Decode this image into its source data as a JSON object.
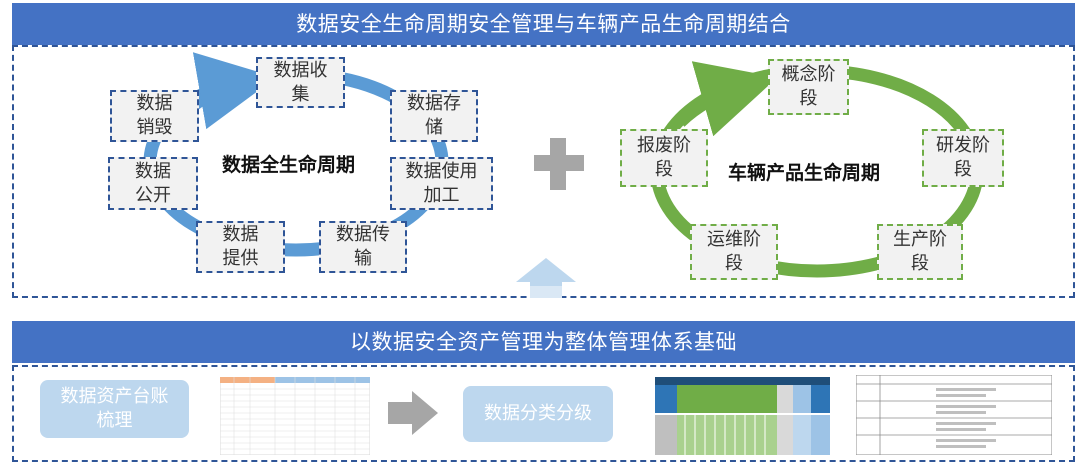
{
  "top_banner": {
    "title": "数据安全生命周期安全管理与车辆产品生命周期结合"
  },
  "data_lifecycle": {
    "title": "数据全生命周期",
    "stages": [
      "数据收\n集",
      "数据存\n储",
      "数据使用\n加工",
      "数据传\n输",
      "数据\n提供",
      "数据\n公开",
      "数据\n销毁"
    ]
  },
  "vehicle_lifecycle": {
    "title": "车辆产品生命周期",
    "stages": [
      "概念阶\n段",
      "研发阶\n段",
      "生产阶\n段",
      "运维阶\n段",
      "报废阶\n段"
    ]
  },
  "bottom_banner": {
    "title": "以数据安全资产管理为整体管理体系基础"
  },
  "bottom_flow": {
    "asset_ledger": "数据资产台账\n梳理",
    "classification": "数据分类分级"
  },
  "colors": {
    "banner": "#4472c4",
    "blue_cycle": "#5b9bd5",
    "green_cycle": "#70ad47",
    "pill": "#bdd7ee",
    "plus": "#a6a6a6",
    "arrow": "#a6a6a6"
  },
  "icons": [
    "plus-icon",
    "up-arrow-icon",
    "right-arrow-icon"
  ]
}
